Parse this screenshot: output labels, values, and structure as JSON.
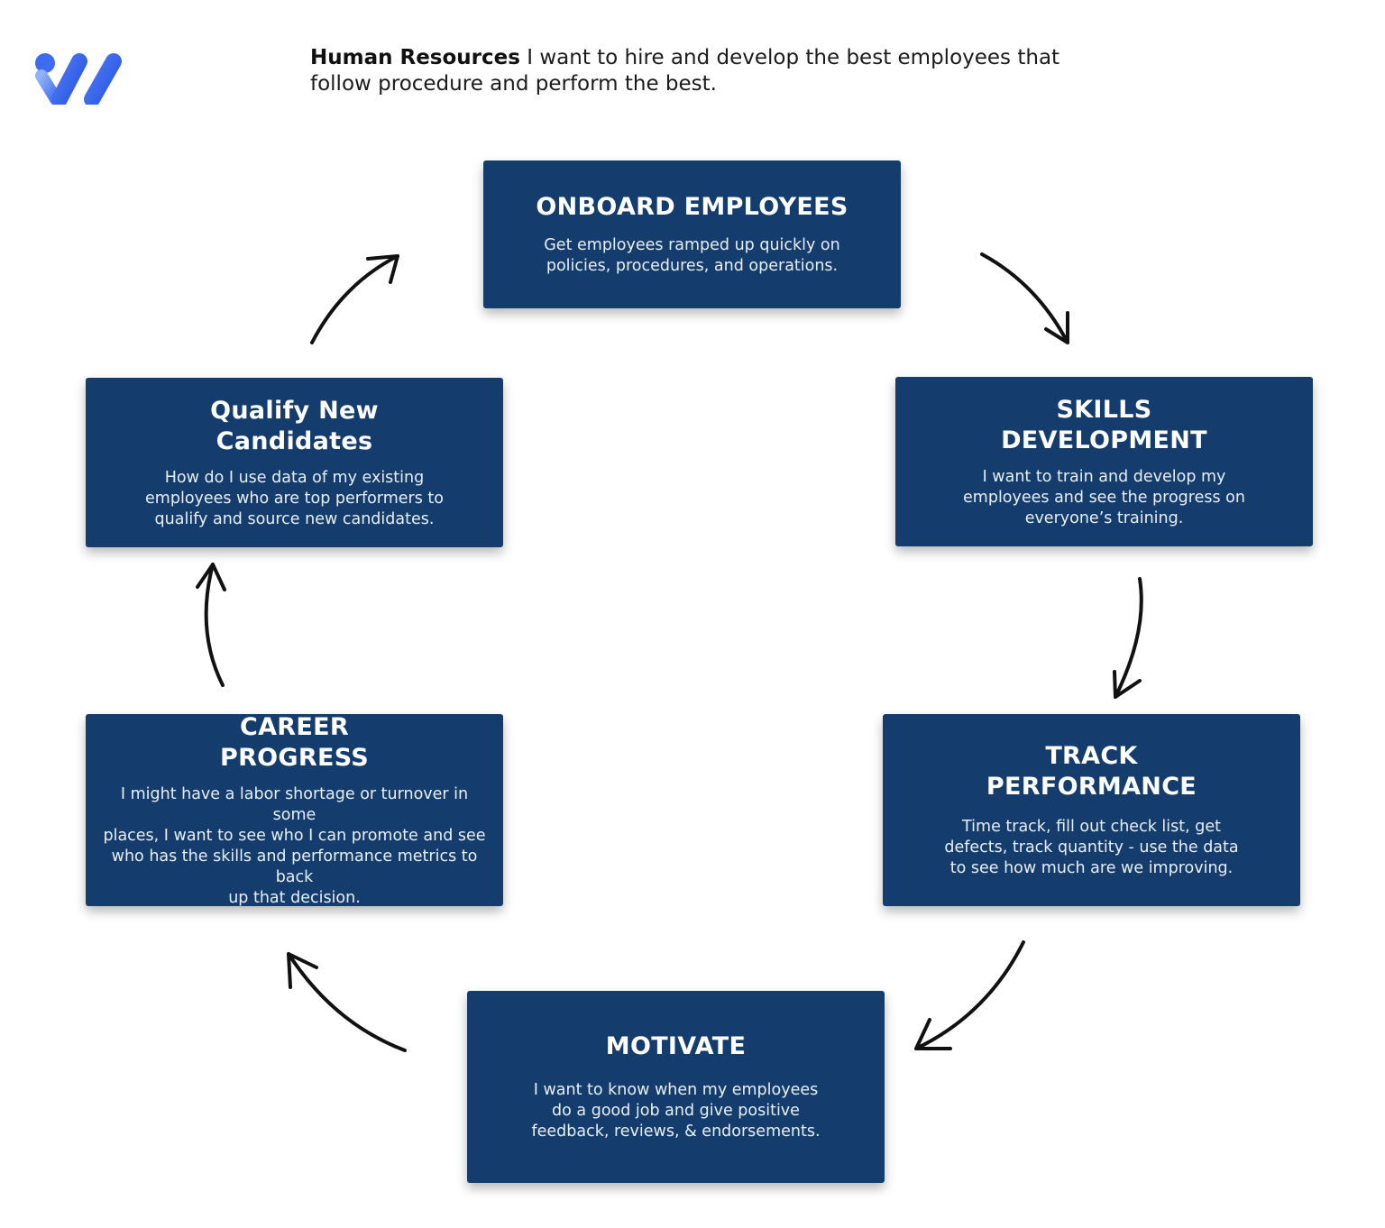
{
  "header": {
    "bold_text": "Human Resources",
    "text": " I want to hire and develop the best employees that follow procedure and perform the best."
  },
  "colors": {
    "box_background": "#143d6e",
    "logo_light": "#7aa2f5",
    "logo_dark": "#2f5fe8"
  },
  "steps": {
    "onboard": {
      "title": "ONBOARD EMPLOYEES",
      "desc": "Get employees ramped up quickly on\npolicies, procedures, and operations."
    },
    "skills": {
      "title": "SKILLS\nDEVELOPMENT",
      "desc": "I want to train and develop my\nemployees and see the progress on\neveryone’s training."
    },
    "track": {
      "title": "TRACK\nPERFORMANCE",
      "desc": "Time track, fill out check list, get\ndefects, track quantity - use the data\nto see how much are we improving."
    },
    "motivate": {
      "title": "MOTIVATE",
      "desc": "I want to know when my employees\ndo a good job and give positive\nfeedback, reviews, & endorsements."
    },
    "career": {
      "title": "CAREER\nPROGRESS",
      "desc": "I might have a labor shortage or turnover in some\nplaces, I want to see who I can promote and see\nwho has the skills and performance metrics to back\nup that decision."
    },
    "qualify": {
      "title": "Qualify New\nCandidates",
      "desc": "How do I use data of my existing\nemployees who are top performers to\nqualify and source new candidates."
    }
  }
}
